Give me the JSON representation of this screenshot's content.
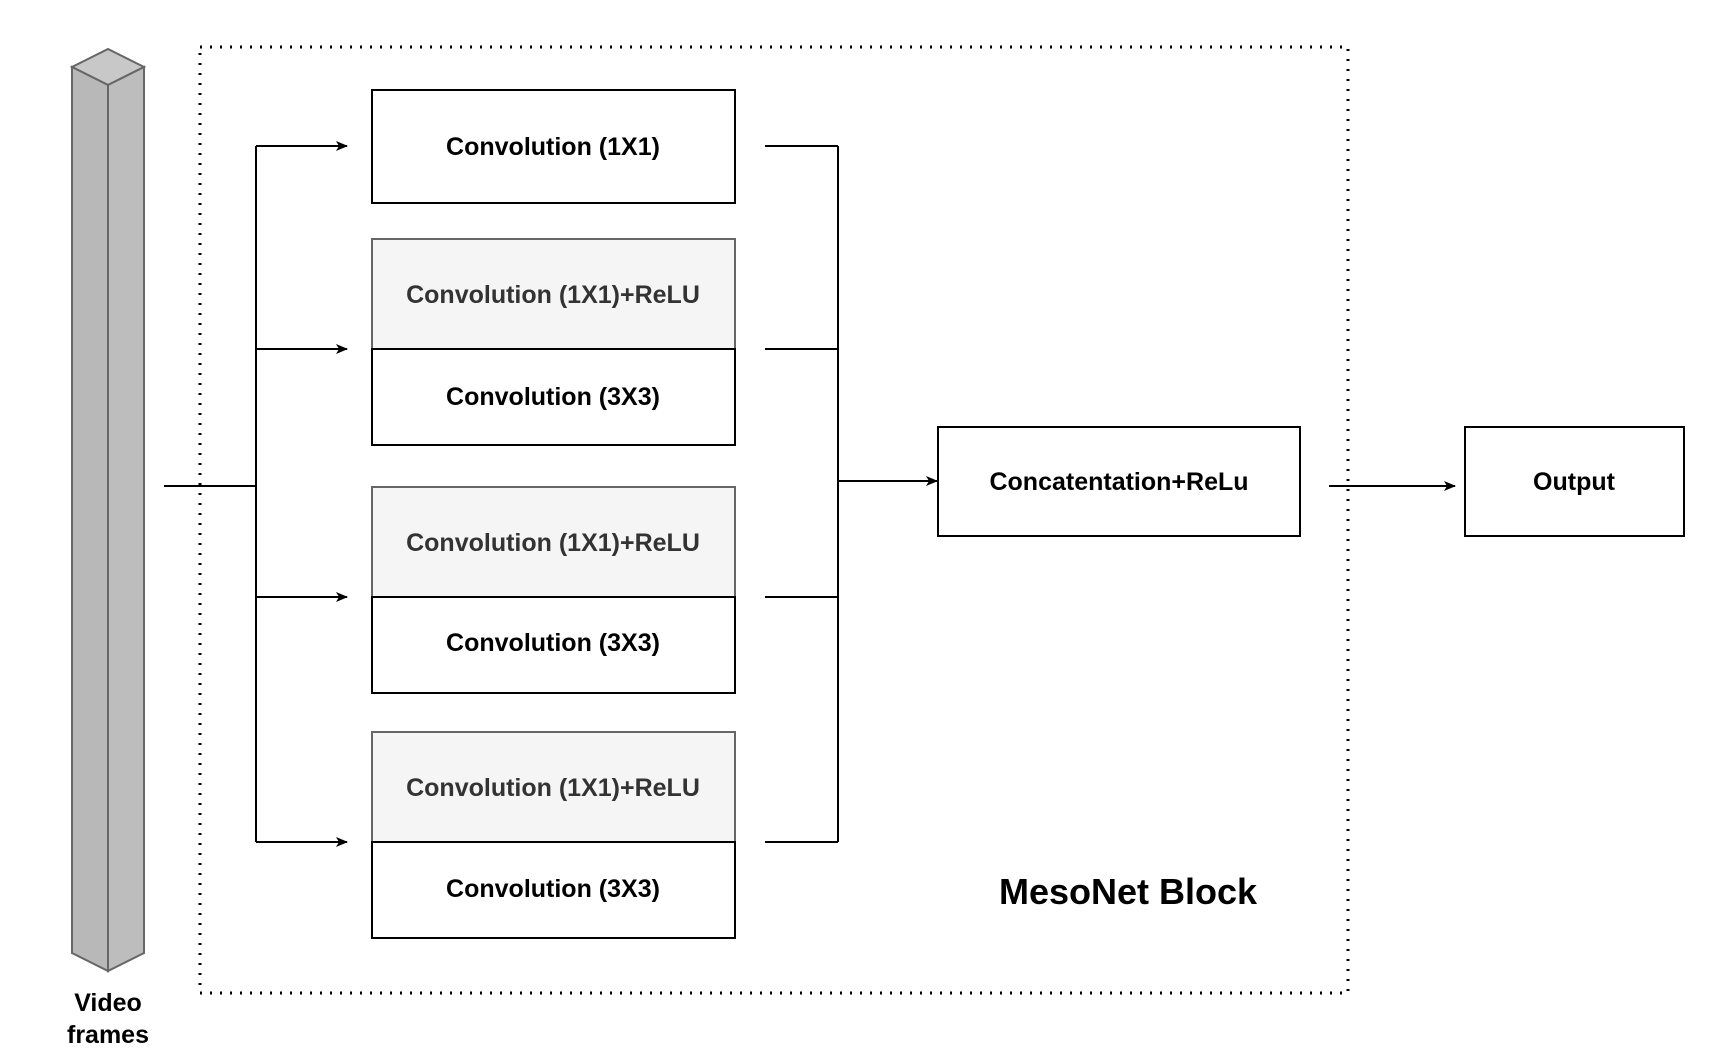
{
  "input": {
    "label_line1": "Video",
    "label_line2": "frames"
  },
  "block": {
    "title": "MesoNet Block"
  },
  "branches": [
    {
      "top_label": "Convolution (1X1)"
    },
    {
      "top_label": "Convolution (1X1)+ReLU",
      "bottom_label": "Convolution (3X3)"
    },
    {
      "top_label": "Convolution (1X1)+ReLU",
      "bottom_label": "Convolution (3X3)"
    },
    {
      "top_label": "Convolution (1X1)+ReLU",
      "bottom_label": "Convolution (3X3)"
    }
  ],
  "concat": {
    "label": "Concatentation+ReLu"
  },
  "output": {
    "label": "Output"
  },
  "colors": {
    "stroke": "#000000",
    "relu_fill": "#f5f5f5",
    "relu_stroke": "#666666",
    "relu_text": "#333333",
    "prism_fill": "#bdbdbd",
    "prism_stroke": "#666666"
  }
}
